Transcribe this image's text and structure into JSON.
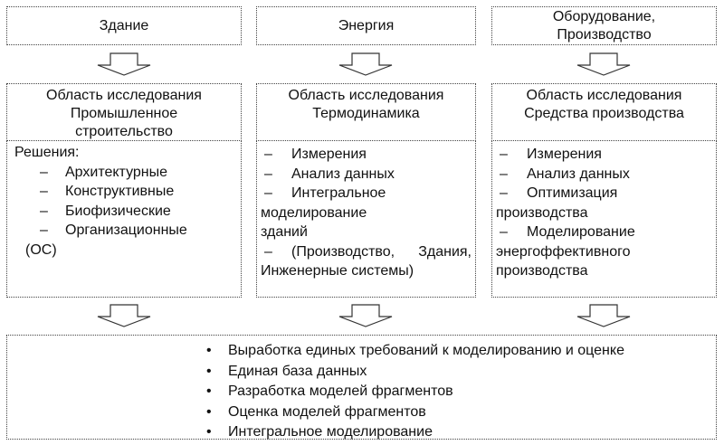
{
  "columns": [
    {
      "top": "Здание",
      "area": [
        "Область исследования",
        "Промышленное",
        "строительство"
      ],
      "lead": "Решения:",
      "items": [
        "Архитектурные",
        "Конструктивные",
        "Биофизические",
        "Организационные (ОС)"
      ]
    },
    {
      "top": "Энергия",
      "area": [
        "Область исследования",
        "Термодинамика"
      ],
      "items": [
        "Измерения",
        "Анализ данных",
        "Интегральное моделирование зданий",
        "(Производство, Здания, Инженерные системы)"
      ]
    },
    {
      "top": "Оборудование, Производство",
      "area": [
        "Область исследования",
        "Средства производства"
      ],
      "items": [
        "Измерения",
        "Анализ данных",
        "Оптимизация производства",
        "Моделирование энергоффективного производства"
      ]
    }
  ],
  "bottom": [
    "Выработка единых требований к моделированию и оценке",
    "Единая база данных",
    "Разработка моделей фрагментов",
    "Оценка моделей фрагментов",
    "Интегральное моделирование"
  ]
}
